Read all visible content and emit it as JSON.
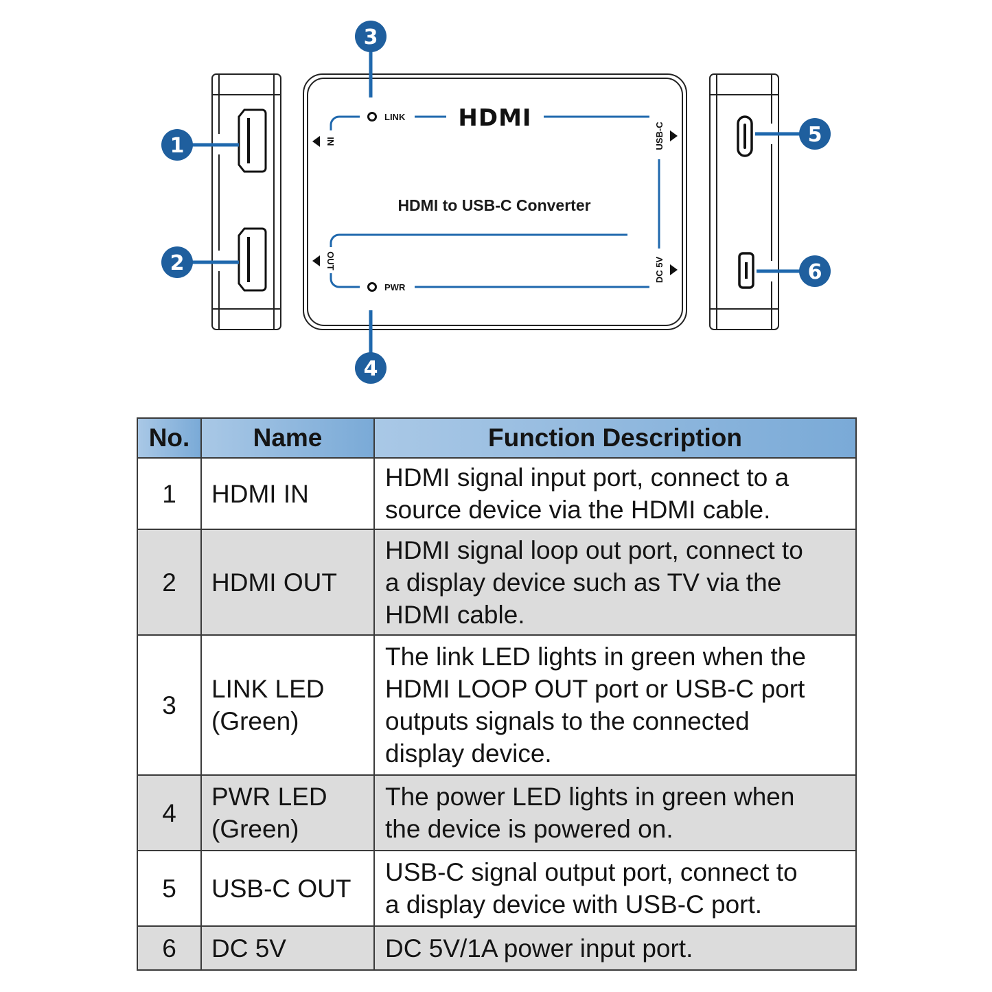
{
  "diagram": {
    "device_title": "HDMI to USB-C Converter",
    "logo_text": "HDMI",
    "panel_labels": {
      "link": "LINK",
      "pwr": "PWR",
      "in": "IN",
      "out": "OUT",
      "usbc": "USB-C",
      "dc5v": "DC 5V"
    },
    "callouts": [
      "1",
      "2",
      "3",
      "4",
      "5",
      "6"
    ],
    "accent_color": "#1f5f9e",
    "line_color": "#1f68ad"
  },
  "table": {
    "headers": [
      "No.",
      "Name",
      "Function Description"
    ],
    "rows": [
      {
        "no": "1",
        "name": [
          "HDMI IN"
        ],
        "desc": [
          "HDMI signal input port, connect to a",
          "source device via the HDMI cable."
        ]
      },
      {
        "no": "2",
        "name": [
          "HDMI OUT"
        ],
        "desc": [
          "HDMI signal loop out port, connect to",
          "a display device such as TV via the",
          "HDMI cable."
        ]
      },
      {
        "no": "3",
        "name": [
          "LINK LED",
          "(Green)"
        ],
        "desc": [
          "The link LED lights in green when the",
          "HDMI LOOP OUT port or USB-C port",
          "outputs signals to the connected",
          "display device."
        ]
      },
      {
        "no": "4",
        "name": [
          "PWR LED",
          "(Green)"
        ],
        "desc": [
          "The power LED lights in green when",
          "the device is powered on."
        ]
      },
      {
        "no": "5",
        "name": [
          "USB-C OUT"
        ],
        "desc": [
          "USB-C signal output port, connect to",
          "a display device with USB-C port."
        ]
      },
      {
        "no": "6",
        "name": [
          "DC 5V"
        ],
        "desc": [
          "DC 5V/1A power input port."
        ]
      }
    ]
  }
}
